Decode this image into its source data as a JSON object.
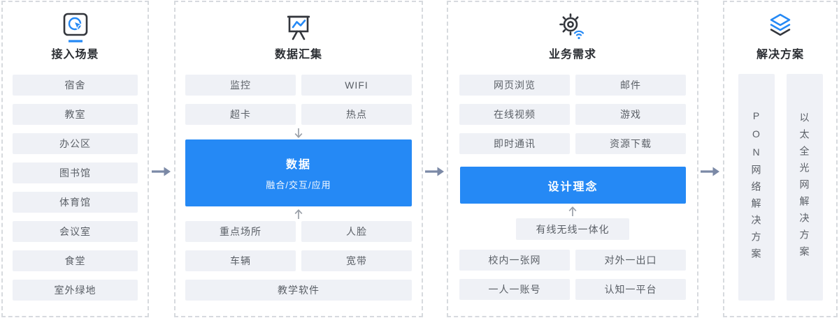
{
  "columns": [
    {
      "title": "接入场景",
      "icon": "screen-click-icon",
      "items": [
        "宿舍",
        "教室",
        "办公区",
        "图书馆",
        "体育馆",
        "会议室",
        "食堂",
        "室外绿地"
      ]
    },
    {
      "title": "数据汇集",
      "icon": "chart-board-icon",
      "top_items": [
        "监控",
        "WIFI",
        "超卡",
        "热点"
      ],
      "center": {
        "title": "数据",
        "subtitle": "融合/交互/应用"
      },
      "bottom_items": [
        "重点场所",
        "人脸",
        "车辆",
        "宽带"
      ],
      "bottom_full_item": "教学软件"
    },
    {
      "title": "业务需求",
      "icon": "gear-wifi-icon",
      "top_items": [
        "网页浏览",
        "邮件",
        "在线视频",
        "游戏",
        "即时通讯",
        "资源下载"
      ],
      "center": {
        "title": "设计理念"
      },
      "highlight_item": "有线无线一体化",
      "bottom_items": [
        "校内一张网",
        "对外一出口",
        "一人一账号",
        "认知一平台"
      ]
    },
    {
      "title": "解决方案",
      "icon": "layers-icon",
      "solutions": [
        "PON网络解决方案",
        "以太全光网解决方案"
      ]
    }
  ],
  "arrows": {
    "between_columns": "right-arrow",
    "into_data_box": "down-arrow",
    "from_bottom_items": "up-arrow"
  },
  "colors": {
    "accent_blue": "#2589f5",
    "pill_background": "#eff1f6",
    "pill_text": "#5a5f66",
    "title_text": "#2b2e33",
    "dashed_border": "#d7dade",
    "flow_arrow": "#7b89a6",
    "small_arrow": "#9aa0a8"
  }
}
